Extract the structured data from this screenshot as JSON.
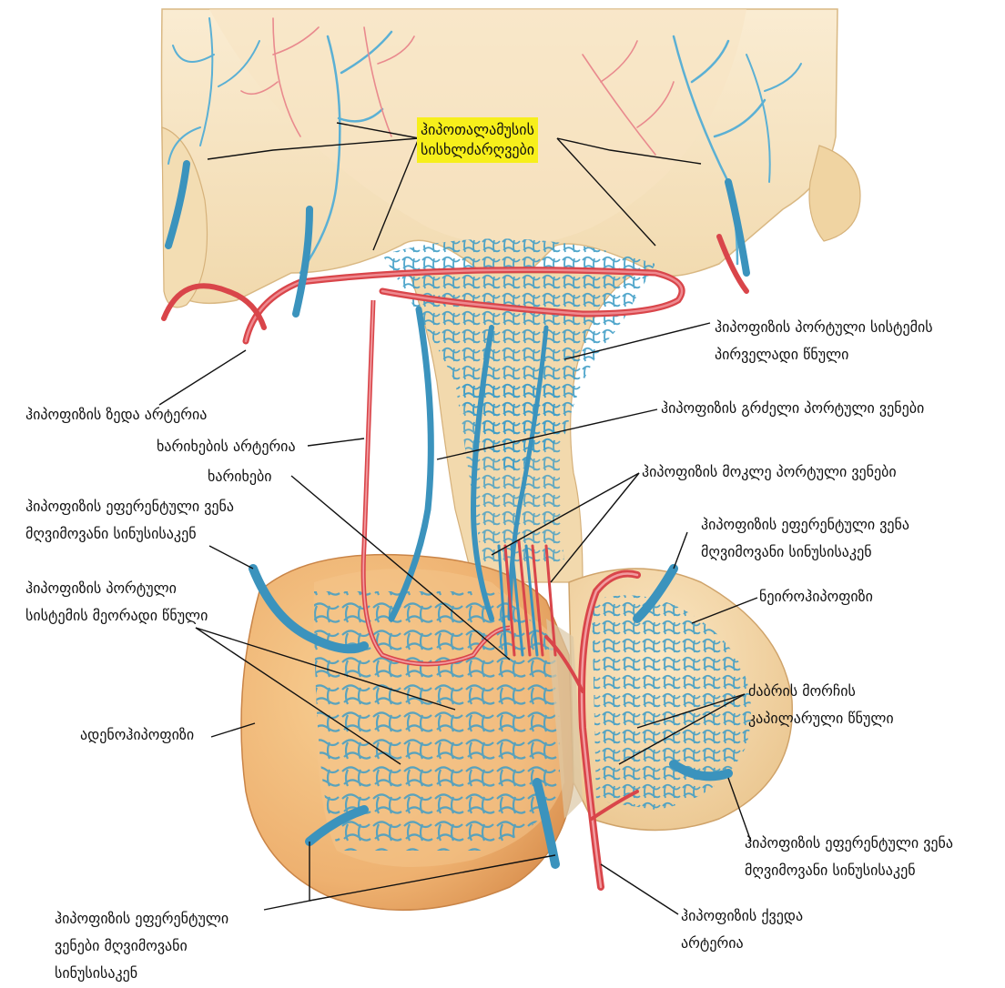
{
  "colors": {
    "tissue_light": "#f6e6c6",
    "tissue_mid": "#efd3a2",
    "adeno": "#f0b878",
    "adeno_dark": "#e39a5a",
    "vein": "#4aa3c9",
    "vein_dark": "#2a7ea8",
    "artery": "#d9454a",
    "artery_light": "#ee7f86",
    "highlight": "#f7ef1b"
  },
  "labels": {
    "hypothalamic_vessels": [
      "ჰიპოთალამუსის",
      "სისხლძარღვები"
    ],
    "primary_plexus": [
      "ჰიპოფიზის პორტული სისტემის",
      "პირველადი წნული"
    ],
    "superior_artery": "ჰიპოფიზის ზედა არტერია",
    "trabecular_artery": "ხარიხების არტერია",
    "long_portal_veins": "ჰიპოფიზის გრძელი პორტული ვენები",
    "trabecula": "ხარიხები",
    "efferent_vein_left": [
      "ჰიპოფიზის ეფერენტული ვენა",
      "მღვიმოვანი სინუსისაკენ"
    ],
    "short_portal_veins": "ჰიპოფიზის მოკლე პორტული ვენები",
    "efferent_vein_right_top": [
      "ჰიპოფიზის ეფერენტული ვენა",
      "მღვიმოვანი სინუსისაკენ"
    ],
    "secondary_plexus": [
      "ჰიპოფიზის პორტული",
      "სისტემის მეორადი წნული"
    ],
    "neurohypophysis": "ნეიროჰიპოფიზი",
    "posterior_lobe_plexus": [
      "ძაბრის მორჩის",
      "კაპილარული წნული"
    ],
    "adenohypophysis": "ადენოჰიპოფიზი",
    "efferent_vein_right_bottom": [
      "ჰიპოფიზის ეფერენტული ვენა",
      "მღვიმოვანი სინუსისაკენ"
    ],
    "efferent_veins_bottom": [
      "ჰიპოფიზის ეფერენტული",
      "ვენები მღვიმოვანი",
      "სინუსისაკენ"
    ],
    "inferior_artery": [
      "ჰიპოფიზის ქვედა",
      "არტერია"
    ]
  }
}
